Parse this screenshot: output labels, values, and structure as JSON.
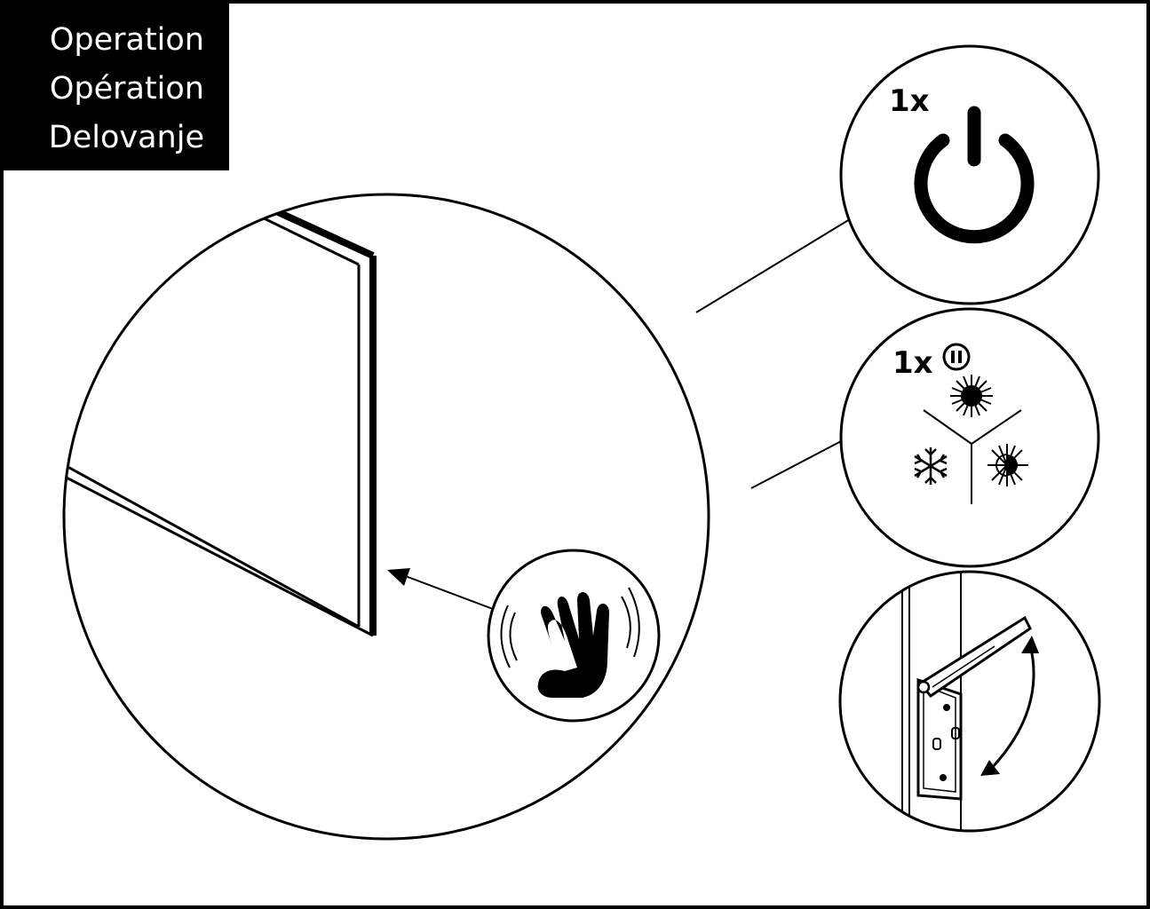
{
  "header": {
    "titles": [
      "Operation",
      "Opération",
      "Delovanje"
    ]
  },
  "power_panel": {
    "press_count": "1x",
    "icon": "power-icon"
  },
  "mode_panel": {
    "press_count": "1x",
    "badge_icon": "pause-icon",
    "modes": [
      "sun-icon",
      "snowflake-icon",
      "half-sun-icon"
    ]
  },
  "gesture_panel": {
    "icon": "hand-wave-icon"
  },
  "hinge_panel": {
    "icon": "wall-bracket-hinge-icon"
  },
  "colors": {
    "ink": "#000000",
    "paper": "#ffffff"
  }
}
